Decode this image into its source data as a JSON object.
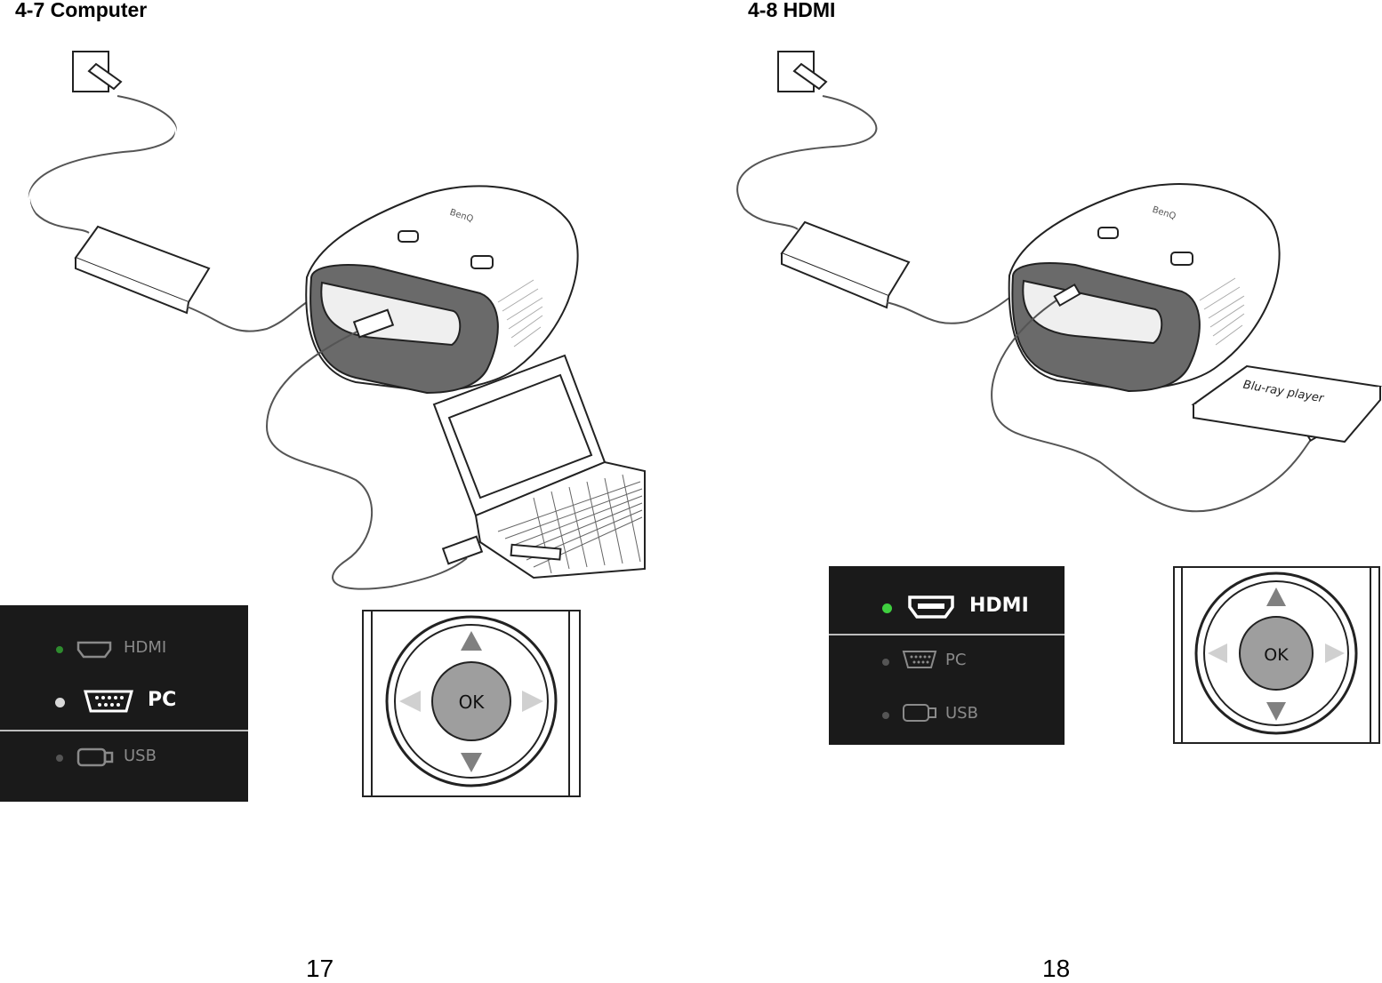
{
  "left_page": {
    "heading": "4-7 Computer",
    "page_number": "17",
    "source_menu": {
      "items": [
        {
          "label": "HDMI",
          "icon": "hdmi-icon",
          "active": false
        },
        {
          "label": "PC",
          "icon": "vga-port-icon",
          "active": true
        },
        {
          "label": "USB",
          "icon": "usb-icon",
          "active": false
        }
      ]
    },
    "remote": {
      "ok_label": "OK"
    }
  },
  "right_page": {
    "heading": "4-8 HDMI",
    "page_number": "18",
    "device_label": "Blu-ray player",
    "source_menu": {
      "items": [
        {
          "label": "HDMI",
          "icon": "hdmi-icon",
          "active": true
        },
        {
          "label": "PC",
          "icon": "vga-port-icon",
          "active": false
        },
        {
          "label": "USB",
          "icon": "usb-icon",
          "active": false
        }
      ]
    },
    "remote": {
      "ok_label": "OK"
    }
  },
  "projector_brand": "BenQ",
  "colors": {
    "menu_background": "#1a1a1a",
    "active_indicator_green": "#3fcf3f",
    "ok_button": "#9e9e9e",
    "arrow_grey": "#808080"
  }
}
